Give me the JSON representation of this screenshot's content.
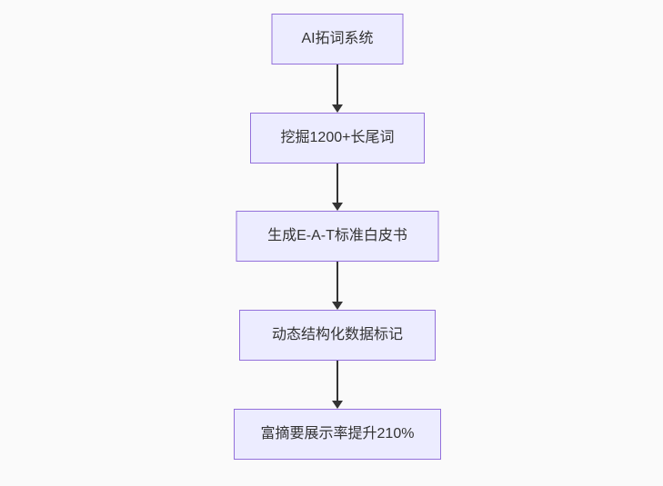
{
  "diagram": {
    "type": "flowchart-top-down",
    "nodes": [
      {
        "id": "n1",
        "label": "AI拓词系统"
      },
      {
        "id": "n2",
        "label": "挖掘1200+长尾词"
      },
      {
        "id": "n3",
        "label": "生成E-A-T标准白皮书"
      },
      {
        "id": "n4",
        "label": "动态结构化数据标记"
      },
      {
        "id": "n5",
        "label": "富摘要展示率提升210%"
      }
    ],
    "edges": [
      {
        "from": "n1",
        "to": "n2"
      },
      {
        "from": "n2",
        "to": "n3"
      },
      {
        "from": "n3",
        "to": "n4"
      },
      {
        "from": "n4",
        "to": "n5"
      }
    ]
  },
  "colors": {
    "background": "#fafafa",
    "node_fill": "#ececff",
    "node_border": "#9370db",
    "node_text": "#333333",
    "arrow": "#333333"
  }
}
